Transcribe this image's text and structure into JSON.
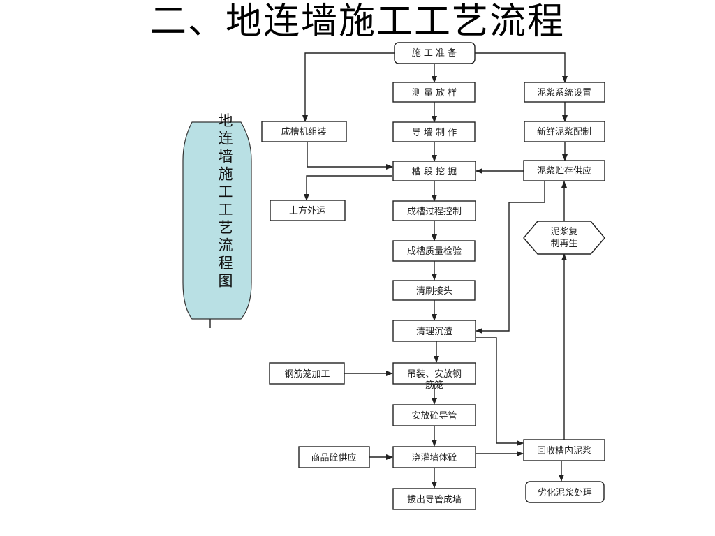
{
  "title": "二、地连墙施工工艺流程",
  "side_label": "地连墙施工工艺流程图",
  "colors": {
    "side_fill": "#b9e0e4",
    "stroke": "#222222"
  },
  "nodes": {
    "prep": "施 工 准 备",
    "survey": "测 量 放 样",
    "guidewall": "导 墙 制 作",
    "machine": "成槽机组装",
    "excavate": "槽 段 挖 掘",
    "earth": "土方外运",
    "process_ctrl": "成槽过程控制",
    "quality": "成槽质量检验",
    "joint": "清刷接头",
    "sediment": "清理沉渣",
    "cage_make": "钢筋笼加工",
    "cage_place": "吊装、安放钢筋笼",
    "pipe": "安放砼导管",
    "concrete_supply": "商品砼供应",
    "pour": "浇灌墙体砼",
    "pull": "拔出导管成墙",
    "slurry_sys": "泥浆系统设置",
    "slurry_mix": "新鲜泥浆配制",
    "slurry_store": "泥浆贮存供应",
    "slurry_regen_1": "泥浆复",
    "slurry_regen_2": "制再生",
    "slurry_recover": "回收槽内泥浆",
    "slurry_waste": "劣化泥浆处理"
  }
}
